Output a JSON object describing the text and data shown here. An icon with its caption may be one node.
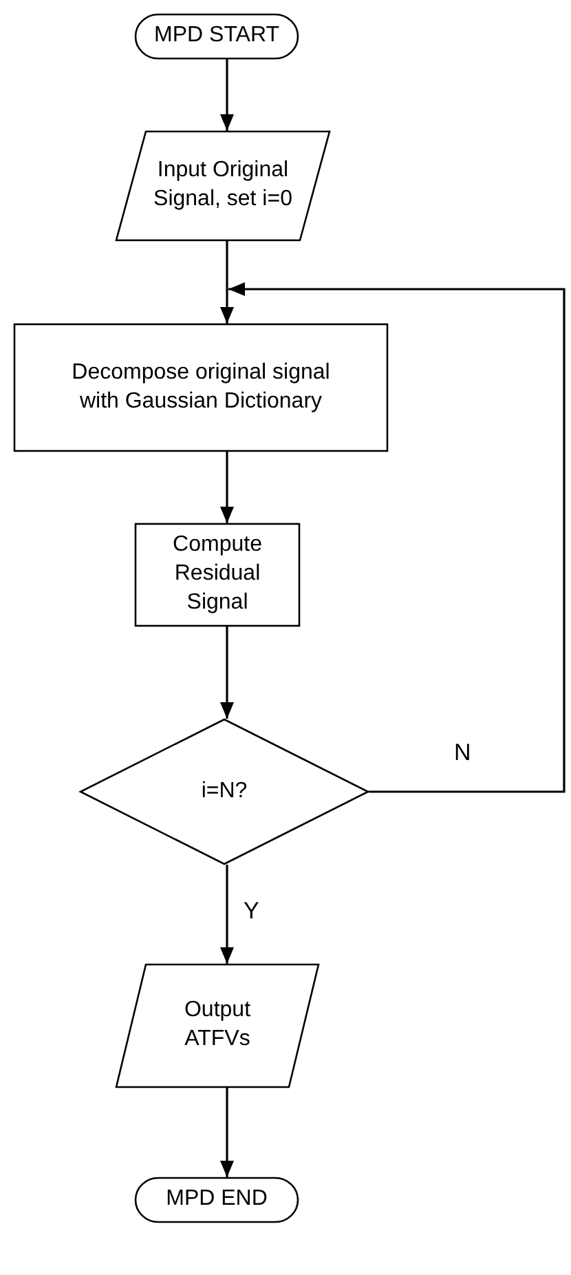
{
  "diagram": {
    "nodes": [
      {
        "text": [
          "MPD START"
        ]
      },
      {
        "text": [
          "Input Original Signal, set i=0"
        ]
      },
      {
        "text": [
          "Decompose original signal with Gaussian Dictionary"
        ]
      },
      {
        "text": [
          "Compute Residual Signal"
        ]
      },
      {
        "text": [
          "i=N?"
        ]
      },
      {
        "text": [
          "Output ATFVs"
        ]
      },
      {
        "text": [
          "MPD END"
        ]
      }
    ],
    "edges": [
      {
        "from": 0,
        "to": 1,
        "arrow": "to"
      },
      {
        "from": 1,
        "to": 2,
        "arrow": "to"
      },
      {
        "from": 2,
        "to": 3,
        "arrow": "to"
      },
      {
        "from": 3,
        "to": 4,
        "arrow": "to"
      },
      {
        "from": 4,
        "to": 5,
        "arrow": "to",
        "label": "Y"
      },
      {
        "from": 5,
        "to": 6,
        "arrow": "to"
      },
      {
        "from": 4,
        "to": 2,
        "arrow": "to",
        "label": "N"
      }
    ]
  }
}
